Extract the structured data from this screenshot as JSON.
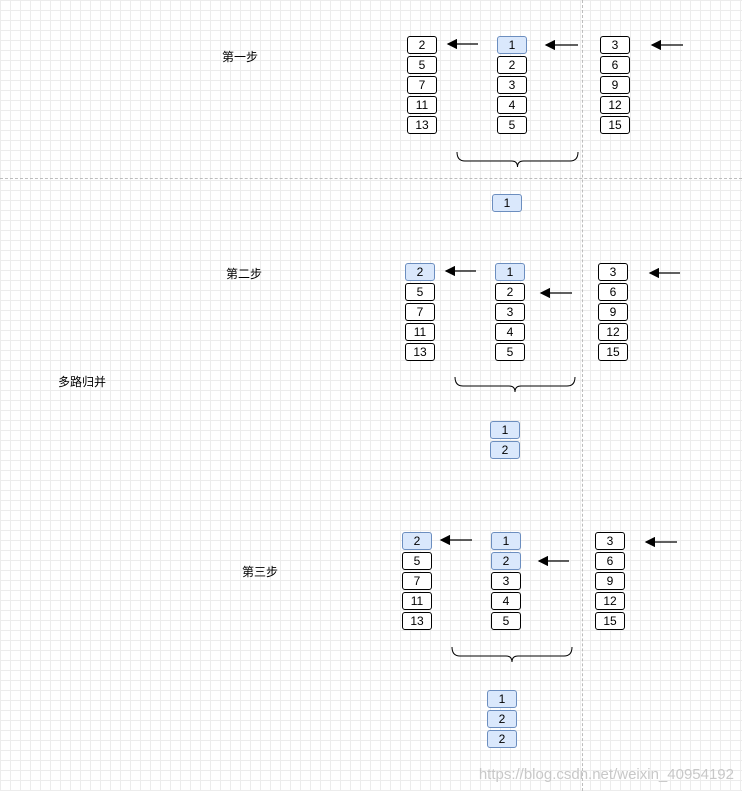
{
  "title": "多路归并",
  "watermark": "https://blog.csdn.net/weixin_40954192",
  "colors": {
    "highlight_fill": "#dae8fc",
    "highlight_border": "#6c8ebf",
    "cell_border": "#000000"
  },
  "steps": [
    {
      "label": "第一步",
      "col_a": [
        {
          "v": "2"
        },
        {
          "v": "5"
        },
        {
          "v": "7"
        },
        {
          "v": "11"
        },
        {
          "v": "13"
        }
      ],
      "col_b": [
        {
          "v": "1",
          "hl": true
        },
        {
          "v": "2"
        },
        {
          "v": "3"
        },
        {
          "v": "4"
        },
        {
          "v": "5"
        }
      ],
      "col_c": [
        {
          "v": "3"
        },
        {
          "v": "6"
        },
        {
          "v": "9"
        },
        {
          "v": "12"
        },
        {
          "v": "15"
        }
      ],
      "output": [
        "1"
      ]
    },
    {
      "label": "第二步",
      "col_a": [
        {
          "v": "2",
          "hl": true
        },
        {
          "v": "5"
        },
        {
          "v": "7"
        },
        {
          "v": "11"
        },
        {
          "v": "13"
        }
      ],
      "col_b": [
        {
          "v": "1",
          "hl": true
        },
        {
          "v": "2"
        },
        {
          "v": "3"
        },
        {
          "v": "4"
        },
        {
          "v": "5"
        }
      ],
      "col_c": [
        {
          "v": "3"
        },
        {
          "v": "6"
        },
        {
          "v": "9"
        },
        {
          "v": "12"
        },
        {
          "v": "15"
        }
      ],
      "output": [
        "1",
        "2"
      ]
    },
    {
      "label": "第三步",
      "col_a": [
        {
          "v": "2",
          "hl": true
        },
        {
          "v": "5"
        },
        {
          "v": "7"
        },
        {
          "v": "11"
        },
        {
          "v": "13"
        }
      ],
      "col_b": [
        {
          "v": "1",
          "hl": true
        },
        {
          "v": "2",
          "hl": true
        },
        {
          "v": "3"
        },
        {
          "v": "4"
        },
        {
          "v": "5"
        }
      ],
      "col_c": [
        {
          "v": "3"
        },
        {
          "v": "6"
        },
        {
          "v": "9"
        },
        {
          "v": "12"
        },
        {
          "v": "15"
        }
      ],
      "output": [
        "1",
        "2",
        "2"
      ]
    }
  ]
}
